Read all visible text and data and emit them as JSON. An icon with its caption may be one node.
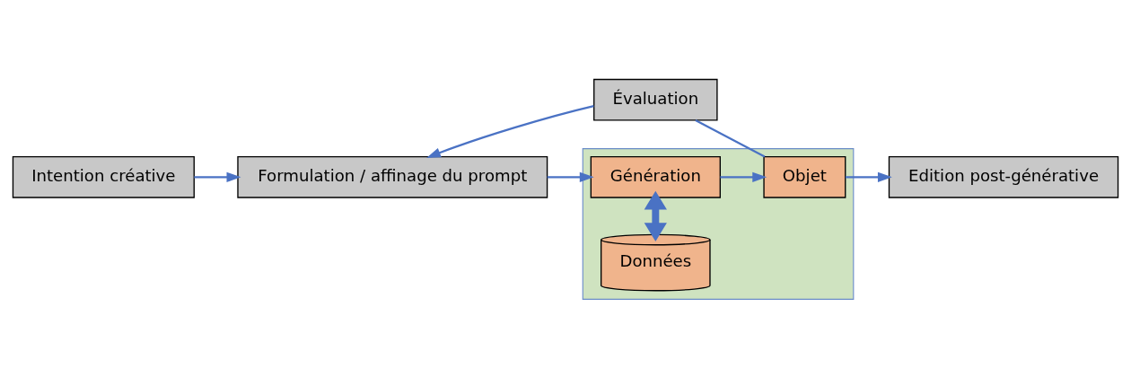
{
  "diagram": {
    "nodes": [
      {
        "text": [
          "Évaluation"
        ]
      },
      {
        "text": [
          "Intention créative"
        ]
      },
      {
        "text": [
          "Formulation / affinage du prompt"
        ]
      },
      {
        "text": [],
        "shape": "box"
      },
      {
        "text": [
          "Génération"
        ],
        "in": 3
      },
      {
        "text": [
          "Objet"
        ],
        "in": 3
      },
      {
        "text": [
          "Données"
        ],
        "in": 3
      },
      {
        "text": [
          "Edition post-générative"
        ]
      }
    ],
    "edges": [
      {
        "from": 1,
        "to": 2,
        "arrow": "to"
      },
      {
        "from": 2,
        "to": 4,
        "arrow": "to"
      },
      {
        "from": 4,
        "to": 5,
        "arrow": "to"
      },
      {
        "from": 4,
        "to": 6,
        "arrow": "both",
        "style": "thick"
      },
      {
        "from": 5,
        "to": 0,
        "arrow": "none"
      },
      {
        "from": 0,
        "to": 2,
        "arrow": "to"
      },
      {
        "from": 5,
        "to": 7,
        "arrow": "to"
      }
    ]
  }
}
